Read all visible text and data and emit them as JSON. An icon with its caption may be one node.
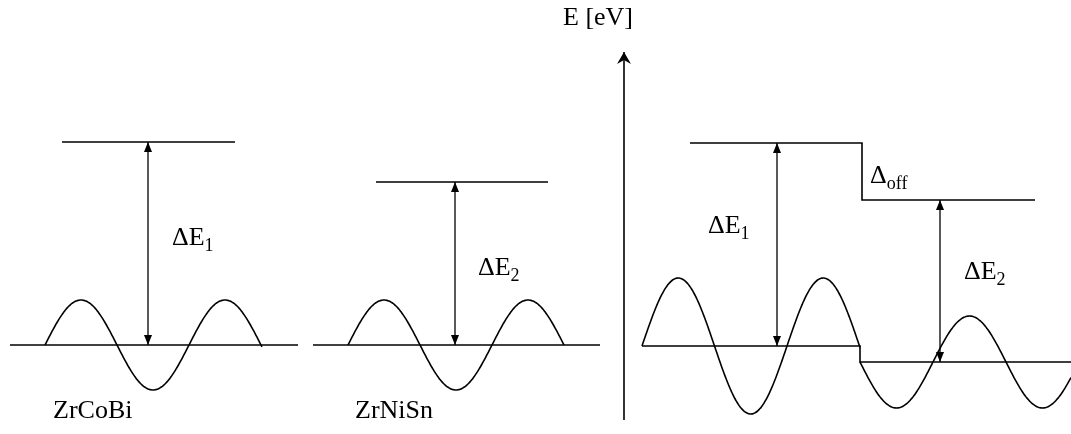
{
  "diagram": {
    "labels": [
      "E [eV]",
      "ΔE$_{1}$",
      "ΔE$_{2}$",
      "ΔE$_{1}$",
      "Δ$_{off}$",
      "ΔE$_{2}$",
      "ZrCoBi",
      "ZrNiSn"
    ]
  }
}
